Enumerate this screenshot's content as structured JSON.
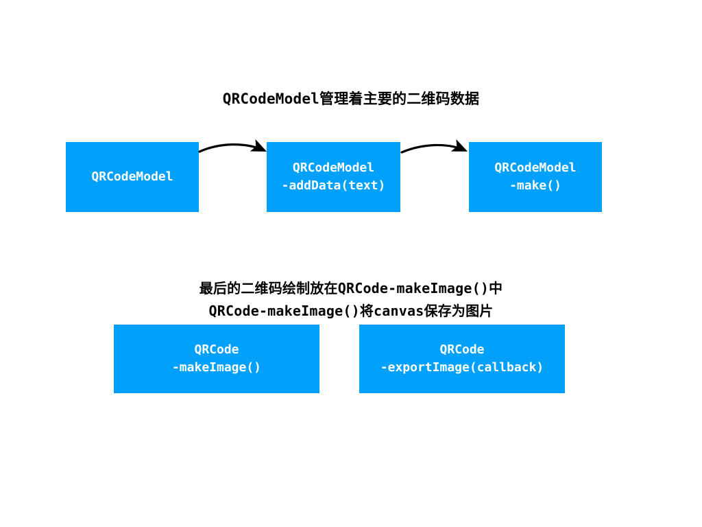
{
  "diagram": {
    "title": "QRCodeModel管理着主要的二维码数据",
    "caption_line1": "最后的二维码绘制放在QRCode-makeImage()中",
    "caption_line2": "QRCode-makeImage()将canvas保存为图片",
    "colors": {
      "node_fill": "#00a0fb",
      "node_text": "#ffffff",
      "arrow": "#000000",
      "heading_text": "#000000",
      "background": "#ffffff"
    },
    "top_flow": {
      "nodes": [
        {
          "id": "qrcodemodel",
          "line1": "QRCodeModel",
          "line2": ""
        },
        {
          "id": "qrcodemodel-adddata",
          "line1": "QRCodeModel",
          "line2": "-addData(text)"
        },
        {
          "id": "qrcodemodel-make",
          "line1": "QRCodeModel",
          "line2": "-make()"
        }
      ],
      "arrows": [
        {
          "from": "qrcodemodel",
          "to": "qrcodemodel-adddata",
          "style": "curved-arrow"
        },
        {
          "from": "qrcodemodel-adddata",
          "to": "qrcodemodel-make",
          "style": "curved-arrow"
        }
      ]
    },
    "bottom_flow": {
      "nodes": [
        {
          "id": "qrcode-makeimage",
          "line1": "QRCode",
          "line2": "-makeImage()"
        },
        {
          "id": "qrcode-exportimage",
          "line1": "QRCode",
          "line2": "-exportImage(callback)"
        }
      ]
    }
  }
}
